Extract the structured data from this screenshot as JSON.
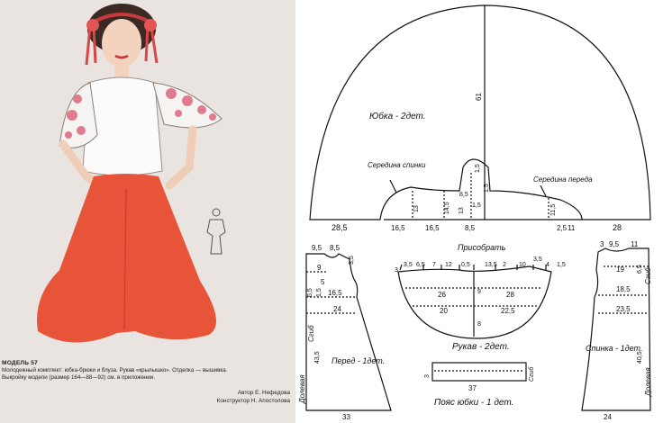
{
  "caption": {
    "model": "МОДЕЛЬ 57",
    "line1": "Молодежный комплект: юбка-брюки и блуза. Рукав «крылышко». Отделка — вышивка.",
    "line2": "Выкройку модели (размер 164—88—92) см. в приложении.",
    "author": "Автор Е. Нефедова",
    "constructor": "Конструктор Н. Апостолова"
  },
  "skirt": {
    "title": "Юбка - 2дет.",
    "back_center": "Середина спинки",
    "front_center": "Середина переда",
    "m_radius": "61",
    "m_left": "28,5",
    "m_right": "28",
    "m_b1": "16,5",
    "m_b2": "16,5",
    "m_b3": "8,5",
    "m_b4": "2,5",
    "m_b5": "11",
    "m_v13a": "13",
    "m_v145": "14,5",
    "m_v85": "8,5",
    "m_v13b": "13",
    "m_v15a": "1,5",
    "m_v15b": "1,5",
    "m_v115": "11,5",
    "m_d15": "1,5"
  },
  "sleeve": {
    "title": "Рукав - 2дет.",
    "gather": "Присобрать",
    "top": [
      "3,5",
      "6,5",
      "7",
      "12",
      "0,5",
      "13,5",
      "2",
      "10",
      "3,5",
      "4",
      "1,5"
    ],
    "side_l": "3",
    "row26": "26",
    "row28": "28",
    "row20": "20",
    "row225": "22,5",
    "v9": "9",
    "v8": "8"
  },
  "front": {
    "title": "Перед - 1дет.",
    "fold": "Сгиб",
    "grain": "Долевая",
    "m95": "9,5",
    "m85": "8,5",
    "m35": "3,5",
    "m9": "9",
    "m65": "6,5",
    "m5": "5",
    "m15": "1,5",
    "m165": "16,5",
    "m24": "24",
    "m435": "43,5",
    "m33": "33"
  },
  "back": {
    "title": "Спинка - 1дет.",
    "fold": "Сгиб",
    "grain": "Долевая",
    "m95": "9,5",
    "m11": "11",
    "m3": "3",
    "m19": "19",
    "m65": "6,5",
    "m185": "18,5",
    "m235": "23,5",
    "m405": "40,5",
    "m24": "24"
  },
  "belt": {
    "title": "Пояс юбки - 1 дет.",
    "m37": "37",
    "m3": "3",
    "fold": "Сгиб"
  },
  "colors": {
    "panel_bg": "#e9e4df",
    "skirt_red": "#e8543a",
    "embroidery_pink": "#e07b8d",
    "line": "#111111"
  }
}
